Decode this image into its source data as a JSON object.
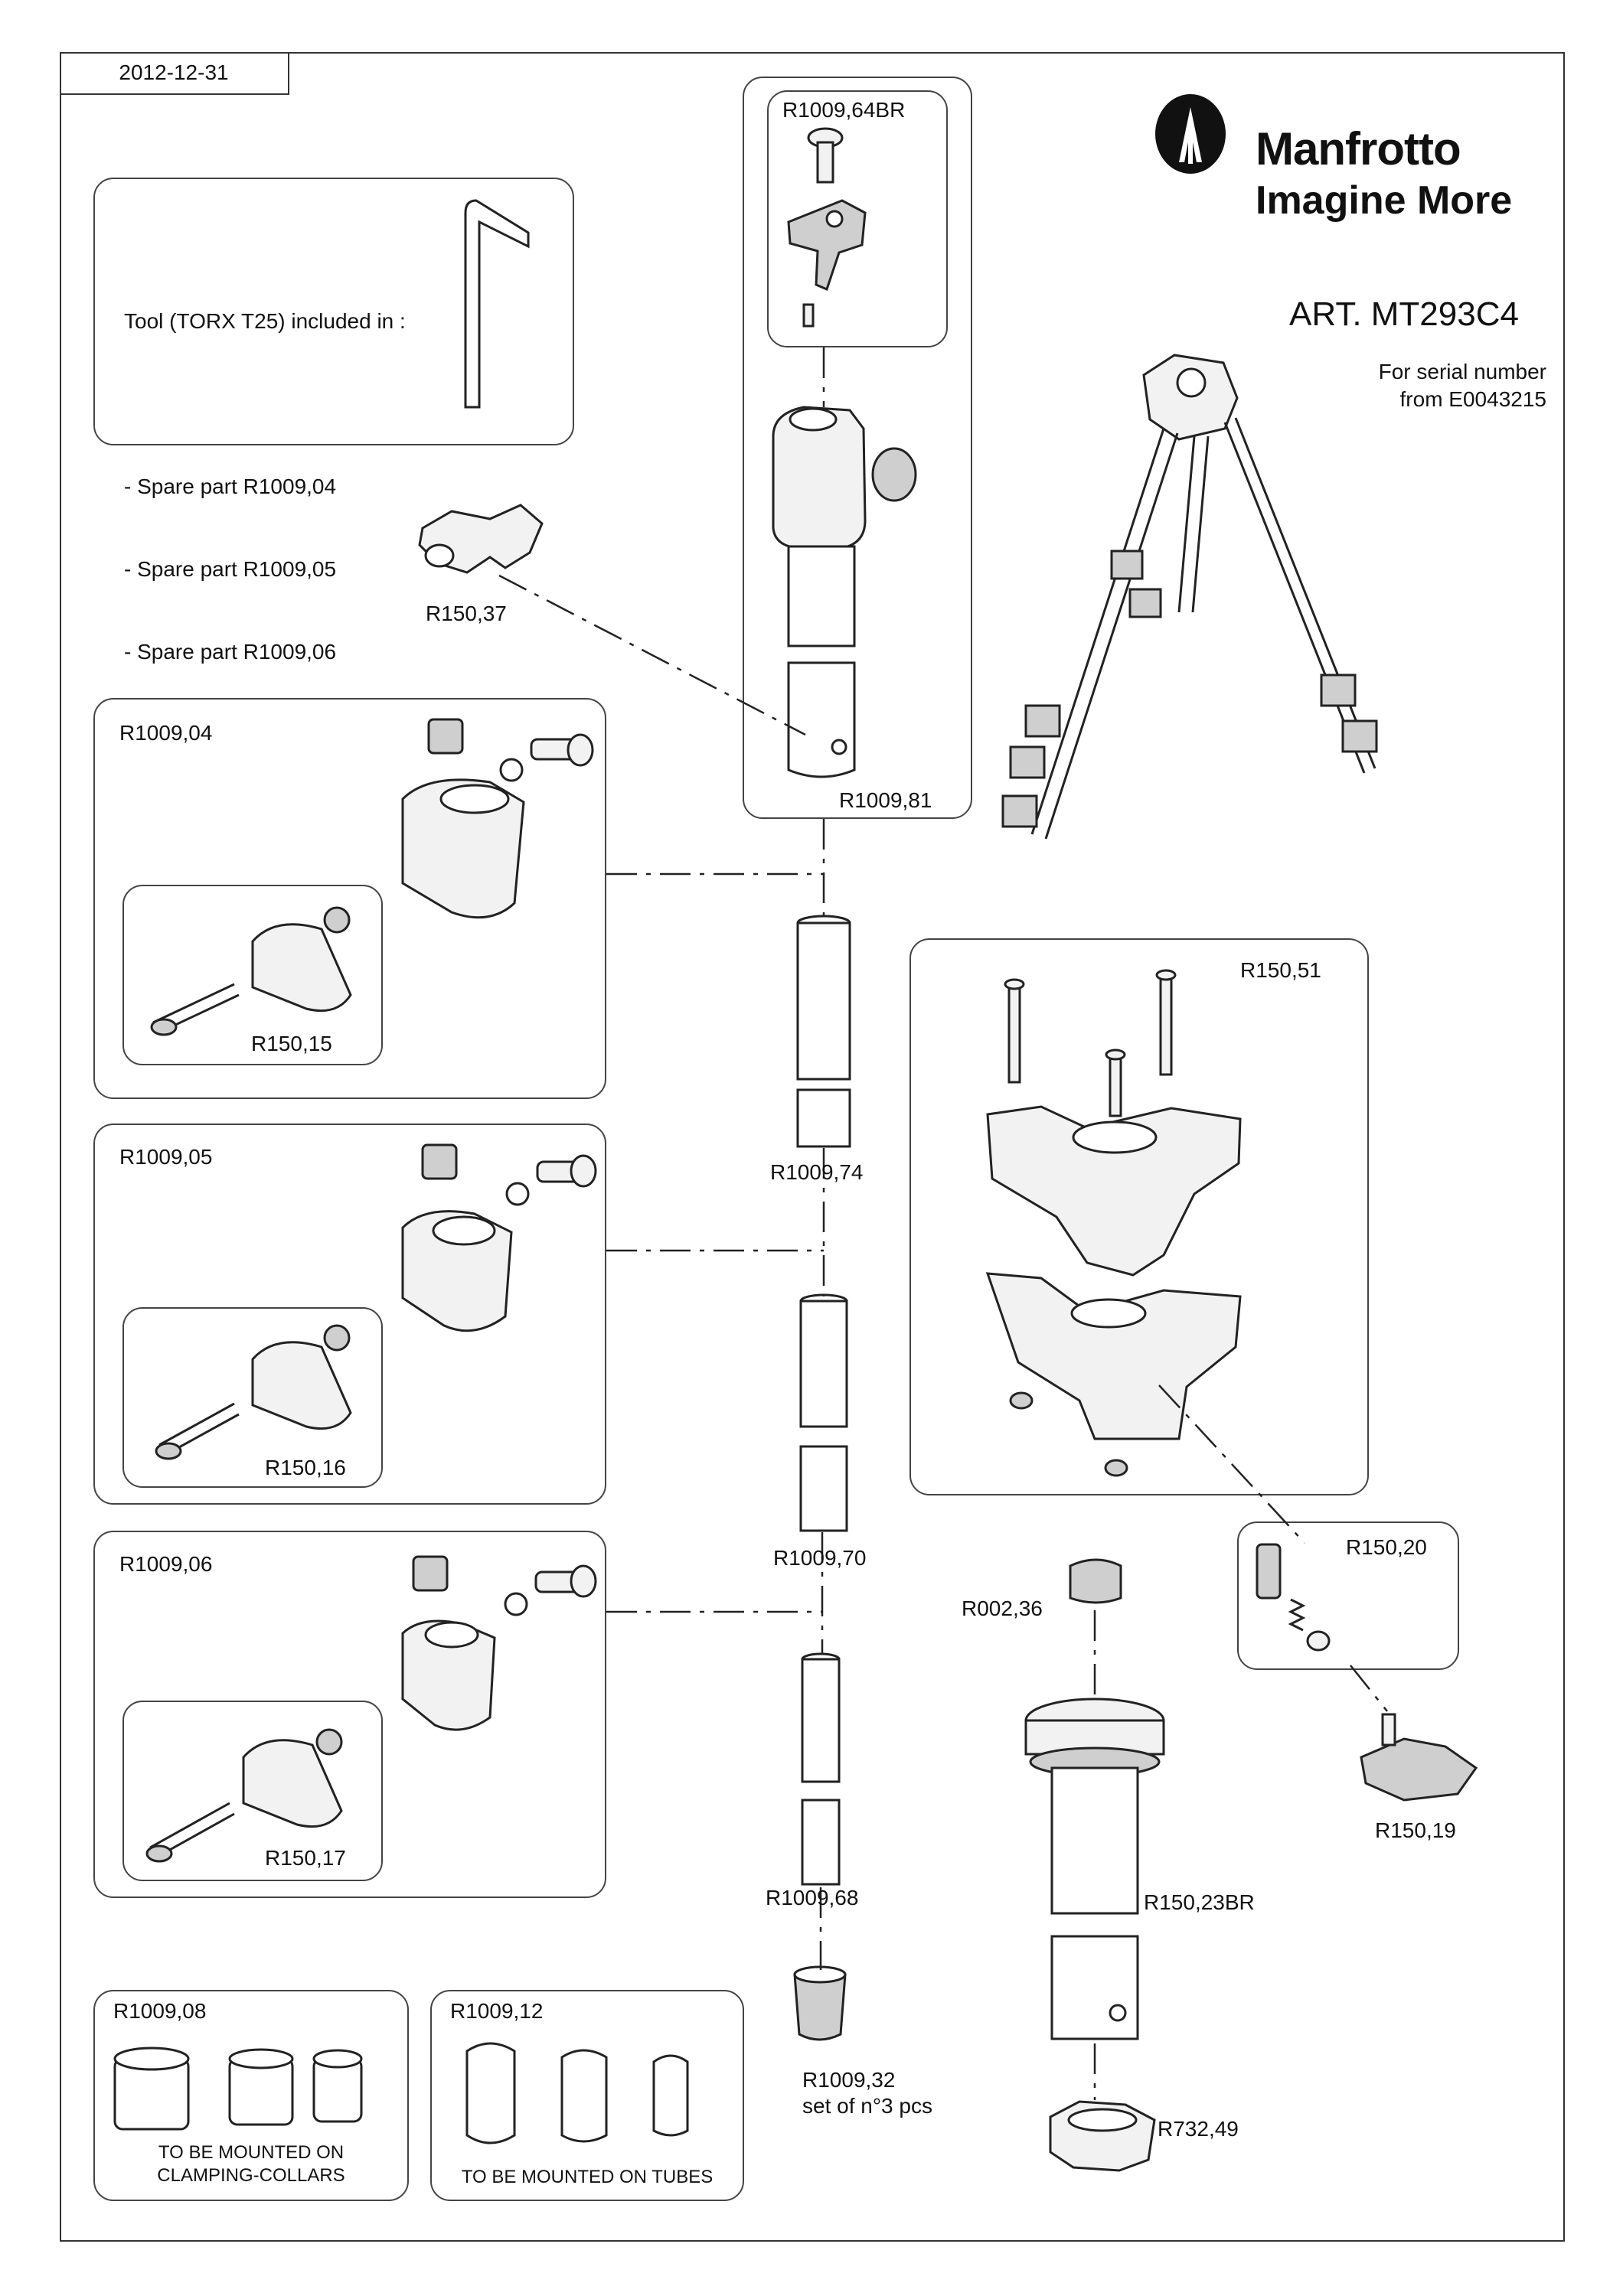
{
  "header": {
    "date": "2012-12-31",
    "brand_name": "Manfrotto",
    "tagline": "Imagine More",
    "article": "ART. MT293C4",
    "serial_line1": "For serial number",
    "serial_line2": "from E0043215"
  },
  "tool_note": {
    "title": "Tool (TORX T25) included in :",
    "lines": [
      "- Spare part R1009,04",
      "- Spare part R1009,05",
      "- Spare part R1009,06"
    ]
  },
  "parts": {
    "head_kit": "R1009,64BR",
    "upper_leg": "R1009,81",
    "leg_strap": "R150,37",
    "collar_1": "R1009,04",
    "lever_1": "R150,15",
    "tube_1": "R1009,74",
    "collar_2": "R1009,05",
    "lever_2": "R150,16",
    "tube_2": "R1009,70",
    "collar_3": "R1009,06",
    "lever_3": "R150,17",
    "tube_3": "R1009,68",
    "spider": "R150,51",
    "lock_kit": "R150,20",
    "cap": "R002,36",
    "column": "R150,23BR",
    "knob": "R150,19",
    "foot": "R1009,32",
    "foot_note": "set of n°3 pcs",
    "ring": "R732,49",
    "bushings_collars": "R1009,08",
    "bushings_collars_note_1": "TO BE MOUNTED ON",
    "bushings_collars_note_2": "CLAMPING-COLLARS",
    "bushings_tubes": "R1009,12",
    "bushings_tubes_note": "TO BE MOUNTED ON TUBES"
  },
  "colors": {
    "line": "#222222",
    "fill": "#f2f2f2",
    "shade": "#cfcfcf"
  }
}
